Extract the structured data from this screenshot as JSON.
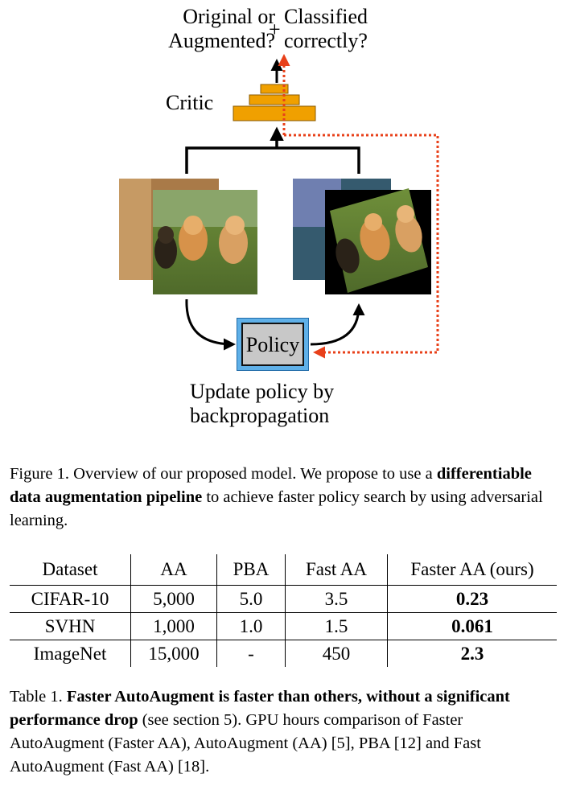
{
  "figure": {
    "top_left_label": [
      "Original or",
      "Augmented?"
    ],
    "plus_sign": "+",
    "top_right_label": [
      "Classified",
      "correctly?"
    ],
    "critic_label": "Critic",
    "policy_label": "Policy",
    "update_label": [
      "Update policy by",
      "backpropagation"
    ]
  },
  "figure_caption": {
    "prefix": "Figure 1. Overview of our proposed model.  We propose to use a ",
    "bold": "differentiable data augmentation pipeline",
    "suffix": " to achieve faster policy search by using adversarial learning."
  },
  "table": {
    "headers": [
      "Dataset",
      "AA",
      "PBA",
      "Fast AA",
      "Faster AA (ours)"
    ],
    "rows": [
      [
        "CIFAR-10",
        "5,000",
        "5.0",
        "3.5",
        "0.23"
      ],
      [
        "SVHN",
        "1,000",
        "1.0",
        "1.5",
        "0.061"
      ],
      [
        "ImageNet",
        "15,000",
        "-",
        "450",
        "2.3"
      ]
    ]
  },
  "table_caption": {
    "prefix": "Table 1. ",
    "bold": "Faster AutoAugment is faster than others, without a significant performance drop",
    "suffix": " (see section 5).  GPU hours comparison of Faster AutoAugment (Faster AA), AutoAugment (AA) [5], PBA [12] and Fast AutoAugment (Fast AA) [18]."
  },
  "colors": {
    "critic": "#f0a000",
    "dotted_arrow": "#e8401a",
    "policy_fill": "#c8c8c8",
    "policy_frame": "#5fb0e8"
  }
}
